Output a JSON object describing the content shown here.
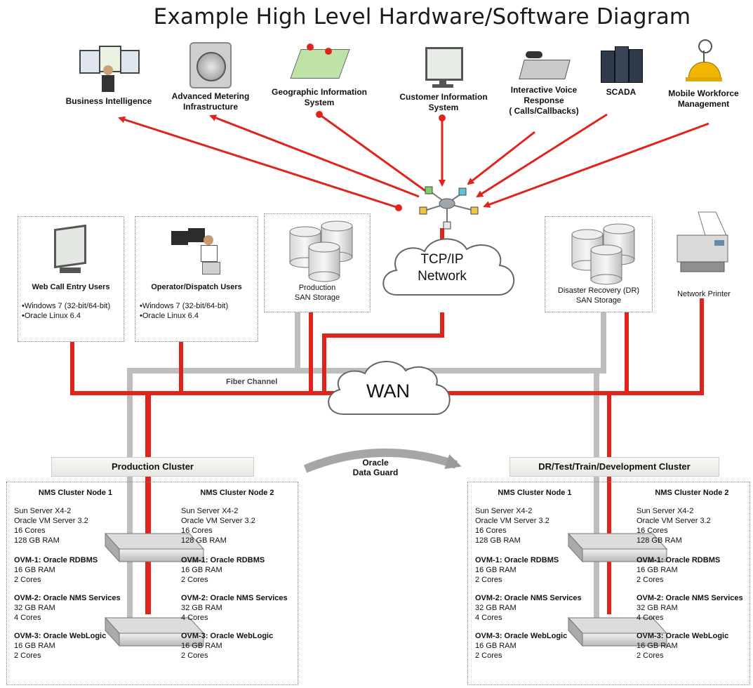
{
  "title": "Example High Level Hardware/Software Diagram",
  "apps": [
    {
      "label": "Business Intelligence",
      "icon": "dashboard-analyst-icon"
    },
    {
      "label": "Advanced Metering\nInfrastructure",
      "icon": "meter-icon"
    },
    {
      "label": "Geographic Information\nSystem",
      "icon": "map-icon"
    },
    {
      "label": "Customer Information\nSystem",
      "icon": "monitor-icon"
    },
    {
      "label": "Interactive Voice Response\n( Calls/Callbacks)",
      "icon": "telephone-icon"
    },
    {
      "label": "SCADA",
      "icon": "server-rack-icon"
    },
    {
      "label": "Mobile Workforce\nManagement",
      "icon": "hardhat-wireless-icon"
    }
  ],
  "users": [
    {
      "label": "Web Call Entry Users",
      "bullets": [
        "•Windows 7 (32-bit/64-bit)",
        "•Oracle Linux 6.4"
      ],
      "icon": "desktop-computer-icon"
    },
    {
      "label": "Operator/Dispatch Users",
      "bullets": [
        "•Windows 7 (32-bit/64-bit)",
        "•Oracle Linux 6.4"
      ],
      "icon": "operator-workstation-icon"
    }
  ],
  "storage": {
    "production": "Production\nSAN Storage",
    "dr": "Disaster Recovery (DR)\nSAN Storage"
  },
  "printer": "Network Printer",
  "tcpip": "TCP/IP\nNetwork",
  "wan": "WAN",
  "fiber_channel": "Fiber Channel",
  "data_guard": "Oracle\nData Guard",
  "clusters": [
    {
      "title": "Production Cluster",
      "nodes": [
        {
          "name": "NMS Cluster Node 1",
          "hardware": [
            "Sun Server X4-2",
            "Oracle VM Server 3.2",
            "16 Cores",
            "128 GB RAM"
          ],
          "vms": [
            {
              "name": "OVM-1:  Oracle RDBMS",
              "specs": [
                "16 GB RAM",
                "2 Cores"
              ]
            },
            {
              "name": "OVM-2:  Oracle NMS Services",
              "specs": [
                "32 GB RAM",
                "4 Cores"
              ]
            },
            {
              "name": "OVM-3:  Oracle WebLogic",
              "specs": [
                "16 GB RAM",
                "2 Cores"
              ]
            }
          ]
        },
        {
          "name": "NMS Cluster  Node 2",
          "hardware": [
            "Sun Server X4-2",
            "Oracle VM Server 3.2",
            "16 Cores",
            "128 GB RAM"
          ],
          "vms": [
            {
              "name": "OVM-1:  Oracle RDBMS",
              "specs": [
                "16 GB RAM",
                "2 Cores"
              ]
            },
            {
              "name": "OVM-2:  Oracle NMS Services",
              "specs": [
                "32 GB RAM",
                "4 Cores"
              ]
            },
            {
              "name": "OVM-3:  Oracle WebLogic",
              "specs": [
                "16 GB RAM",
                "2 Cores"
              ]
            }
          ]
        }
      ]
    },
    {
      "title": "DR/Test/Train/Development Cluster",
      "nodes": [
        {
          "name": "NMS Cluster Node 1",
          "hardware": [
            "Sun Server X4-2",
            "Oracle VM Server 3.2",
            "16 Cores",
            "128 GB RAM"
          ],
          "vms": [
            {
              "name": "OVM-1:  Oracle RDBMS",
              "specs": [
                "16 GB RAM",
                "2 Cores"
              ]
            },
            {
              "name": "OVM-2:  Oracle NMS Services",
              "specs": [
                "32 GB RAM",
                "4 Cores"
              ]
            },
            {
              "name": "OVM-3:  Oracle WebLogic",
              "specs": [
                "16 GB RAM",
                "2 Cores"
              ]
            }
          ]
        },
        {
          "name": "NMS Cluster  Node 2",
          "hardware": [
            "Sun Server X4-2",
            "Oracle VM Server 3.2",
            "16 Cores",
            "128 GB RAM"
          ],
          "vms": [
            {
              "name": "OVM-1:  Oracle RDBMS",
              "specs": [
                "16 GB RAM",
                "2 Cores"
              ]
            },
            {
              "name": "OVM-2:  Oracle NMS Services",
              "specs": [
                "32 GB RAM",
                "4 Cores"
              ]
            },
            {
              "name": "OVM-3:  Oracle WebLogic",
              "specs": [
                "16 GB RAM",
                "2 Cores"
              ]
            }
          ]
        }
      ]
    }
  ],
  "colors": {
    "link_red": "#e0241c",
    "fiber_gray": "#bdbdbd",
    "cloud_edge": "#666666"
  }
}
